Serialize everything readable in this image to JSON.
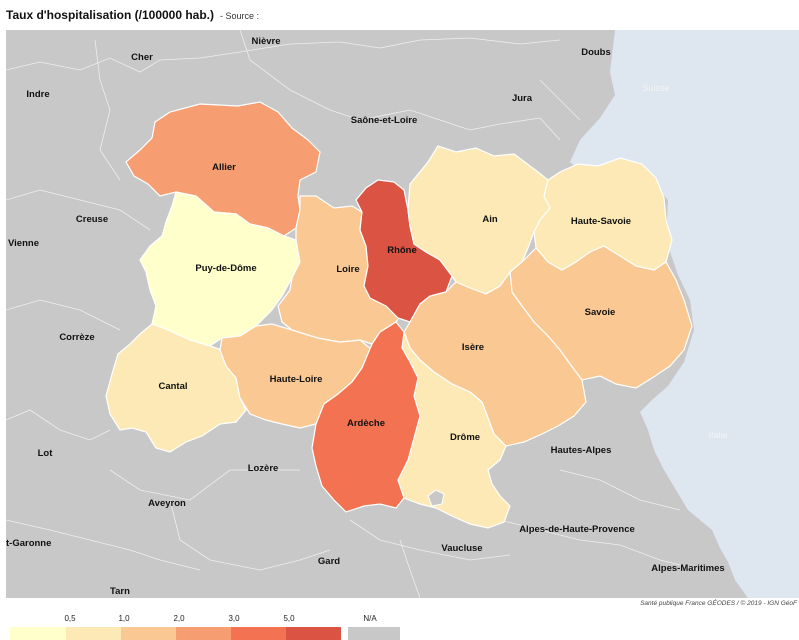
{
  "title": "Taux d'hospitalisation (/100000 hab.)",
  "source": "- Source :",
  "credit": "Santé publique France GÉODES / © 2019 - IGN GéoF",
  "colors": {
    "class1": "#FFFFCC",
    "class2": "#FCE9B5",
    "class3": "#FAC993",
    "class4": "#F69E71",
    "class5": "#F27251",
    "class6": "#DB5343",
    "na": "#C8C8C8",
    "water": "#DEE6F0",
    "border": "#FFFFFF"
  },
  "legend": {
    "ticks": [
      "0,5",
      "1,0",
      "2,0",
      "3,0",
      "5,0"
    ],
    "na_label": "N/A"
  },
  "region_departments": [
    {
      "name": "Allier",
      "class": 4
    },
    {
      "name": "Puy-de-Dôme",
      "class": 1
    },
    {
      "name": "Cantal",
      "class": 2
    },
    {
      "name": "Haute-Loire",
      "class": 3
    },
    {
      "name": "Loire",
      "class": 3
    },
    {
      "name": "Rhône",
      "class": 6
    },
    {
      "name": "Ain",
      "class": 2
    },
    {
      "name": "Haute-Savoie",
      "class": 2
    },
    {
      "name": "Savoie",
      "class": 3
    },
    {
      "name": "Isère",
      "class": 3
    },
    {
      "name": "Drôme",
      "class": 2
    },
    {
      "name": "Ardèche",
      "class": 5
    }
  ],
  "other_labels": {
    "nievre": "Nièvre",
    "cher": "Cher",
    "doubs": "Doubs",
    "indre": "Indre",
    "jura": "Jura",
    "saone_et_loire": "Saône-et-Loire",
    "suisse": "Suisse",
    "creuse": "Creuse",
    "vienne": "Vienne",
    "correze": "Corrèze",
    "italie": "Italie",
    "hautes_alpes": "Hautes-Alpes",
    "lot": "Lot",
    "lozere": "Lozère",
    "aveyron": "Aveyron",
    "alpes_de_haute_provence": "Alpes-de-Haute-Provence",
    "tarn_et_garonne": "t-Garonne",
    "vaucluse": "Vaucluse",
    "gard": "Gard",
    "alpes_maritimes": "Alpes-Maritimes",
    "tarn": "Tarn"
  }
}
